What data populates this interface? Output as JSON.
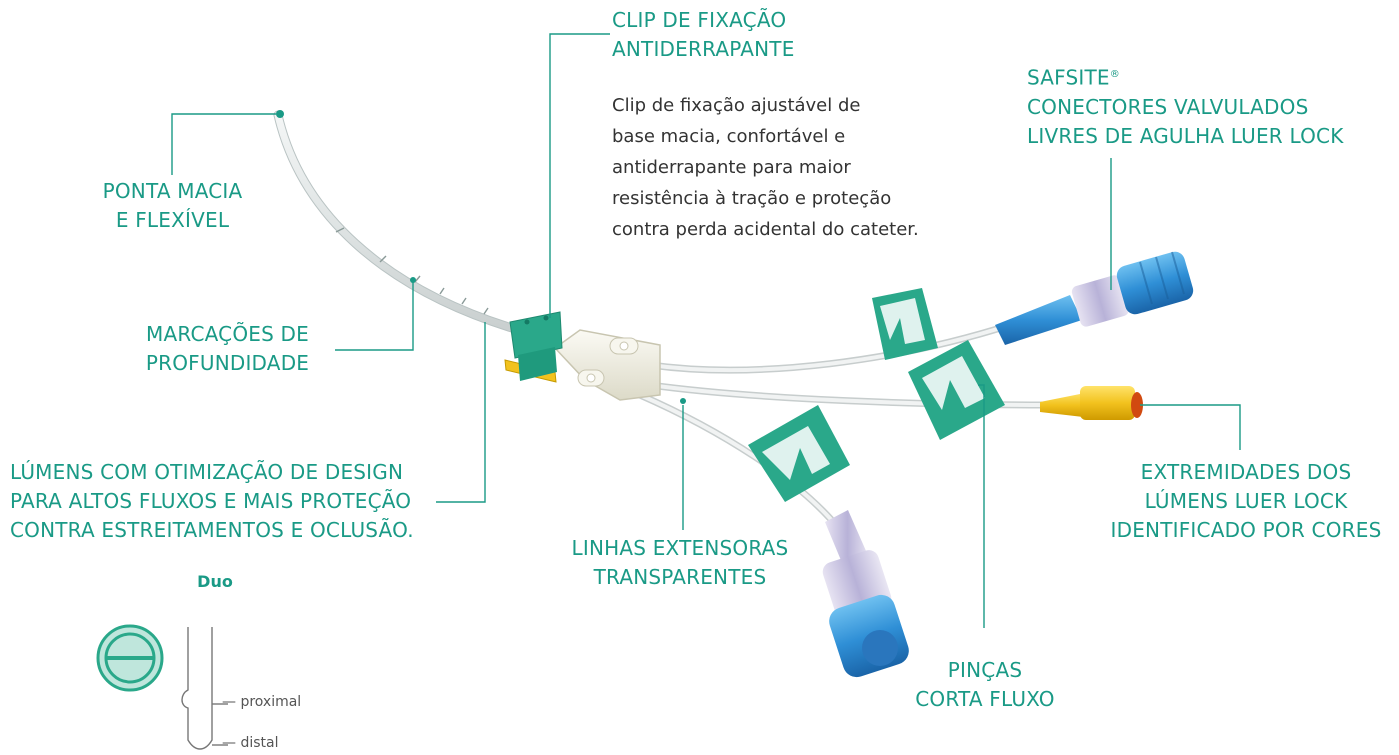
{
  "labels": {
    "clip_title": [
      "CLIP DE FIXAÇÃO",
      "ANTIDERRAPANTE"
    ],
    "clip_desc": [
      "Clip de fixação ajustável de",
      "base macia, confortável e",
      "antiderrapante para maior",
      "resistência à tração e proteção",
      "contra perda acidental do cateter."
    ],
    "safsite_brand": "SAFSITE",
    "safsite_reg": "®",
    "safsite_lines": [
      "CONECTORES VALVULADOS",
      "LIVRES DE AGULHA LUER LOCK"
    ],
    "tip": [
      "PONTA MACIA",
      "E FLEXÍVEL"
    ],
    "depth": [
      "MARCAÇÕES DE",
      "PROFUNDIDADE"
    ],
    "lumens": [
      "LÚMENS COM OTIMIZAÇÃO DE DESIGN",
      "PARA ALTOS FLUXOS E MAIS PROTEÇÃO",
      "CONTRA ESTREITAMENTOS E OCLUSÃO."
    ],
    "extension": [
      "LINHAS EXTENSORAS",
      "TRANSPARENTES"
    ],
    "ends": [
      "EXTREMIDADES DOS",
      "LÚMENS LUER LOCK",
      "IDENTIFICADO POR CORES"
    ],
    "clamps": [
      "PINÇAS",
      "CORTA FLUXO"
    ]
  },
  "duo": {
    "title": "Duo",
    "proximal": "— proximal",
    "distal": "— distal"
  },
  "colors": {
    "accent": "#1a9a86",
    "clamp_green": "#2aa88a",
    "connector_blue": "#2f8fd6",
    "luer_yellow": "#f2c21e",
    "text": "#333333"
  }
}
